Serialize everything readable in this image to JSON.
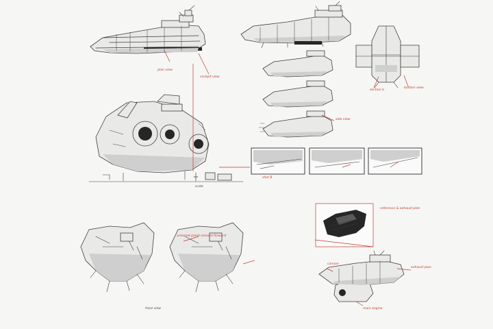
{
  "notes": {
    "plan_view": "plan view",
    "cockpit_view": "cockpit view",
    "side_view": "side view",
    "bottom_view": "bottom view",
    "front_view": "front view",
    "scale": "scale",
    "shot_b": "shot B",
    "armored_panel": "armored panel remove forward",
    "reference_box": "reference & exhaust plan",
    "cannon": "cannon",
    "exhaust_plan": "exhaust plan",
    "main_engine": "main engine",
    "section_label": "section b"
  },
  "colors": {
    "annotation": "#c0392b",
    "paper": "#f6f6f4",
    "ink": "#3a3a3a"
  }
}
